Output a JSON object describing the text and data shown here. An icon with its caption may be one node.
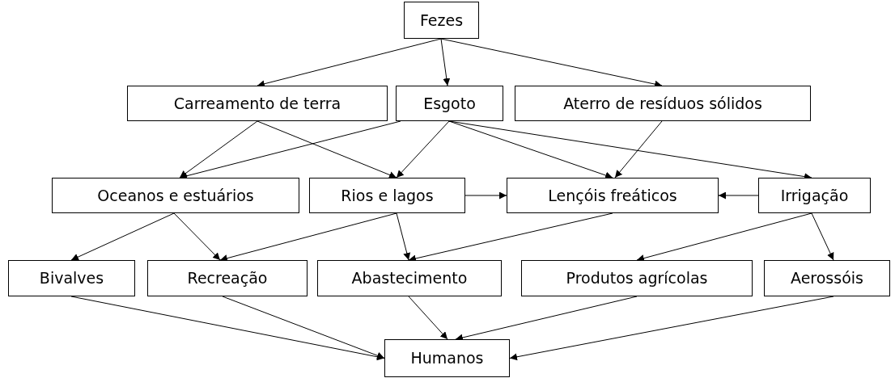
{
  "diagram": {
    "nodes": [
      {
        "text": [
          "Fezes"
        ]
      },
      {
        "text": [
          "Carreamento de terra"
        ]
      },
      {
        "text": [
          "Esgoto"
        ]
      },
      {
        "text": [
          "Aterro de resíduos sólidos"
        ]
      },
      {
        "text": [
          "Oceanos e estuários"
        ]
      },
      {
        "text": [
          "Rios e lagos"
        ]
      },
      {
        "text": [
          "Lençóis freáticos"
        ]
      },
      {
        "text": [
          "Irrigação"
        ]
      },
      {
        "text": [
          "Bivalves"
        ]
      },
      {
        "text": [
          "Recreação"
        ]
      },
      {
        "text": [
          "Abastecimento"
        ]
      },
      {
        "text": [
          "Produtos agrícolas"
        ]
      },
      {
        "text": [
          "Aerossóis"
        ]
      },
      {
        "text": [
          "Humanos"
        ]
      }
    ],
    "edges": [
      {
        "from": 0,
        "to": 1,
        "arrow": "to"
      },
      {
        "from": 0,
        "to": 2,
        "arrow": "to"
      },
      {
        "from": 0,
        "to": 3,
        "arrow": "to"
      },
      {
        "from": 1,
        "to": 4,
        "arrow": "to"
      },
      {
        "from": 1,
        "to": 5,
        "arrow": "to"
      },
      {
        "from": 2,
        "to": 4,
        "arrow": "to"
      },
      {
        "from": 2,
        "to": 5,
        "arrow": "to"
      },
      {
        "from": 2,
        "to": 6,
        "arrow": "to"
      },
      {
        "from": 2,
        "to": 7,
        "arrow": "to"
      },
      {
        "from": 3,
        "to": 6,
        "arrow": "to"
      },
      {
        "from": 5,
        "to": 6,
        "arrow": "to"
      },
      {
        "from": 7,
        "to": 6,
        "arrow": "to"
      },
      {
        "from": 4,
        "to": 8,
        "arrow": "to"
      },
      {
        "from": 4,
        "to": 9,
        "arrow": "to"
      },
      {
        "from": 5,
        "to": 9,
        "arrow": "to"
      },
      {
        "from": 5,
        "to": 10,
        "arrow": "to"
      },
      {
        "from": 6,
        "to": 10,
        "arrow": "to"
      },
      {
        "from": 7,
        "to": 11,
        "arrow": "to"
      },
      {
        "from": 7,
        "to": 12,
        "arrow": "to"
      },
      {
        "from": 8,
        "to": 13,
        "arrow": "to"
      },
      {
        "from": 9,
        "to": 13,
        "arrow": "to"
      },
      {
        "from": 10,
        "to": 13,
        "arrow": "to"
      },
      {
        "from": 11,
        "to": 13,
        "arrow": "to"
      },
      {
        "from": 12,
        "to": 13,
        "arrow": "to"
      }
    ]
  }
}
